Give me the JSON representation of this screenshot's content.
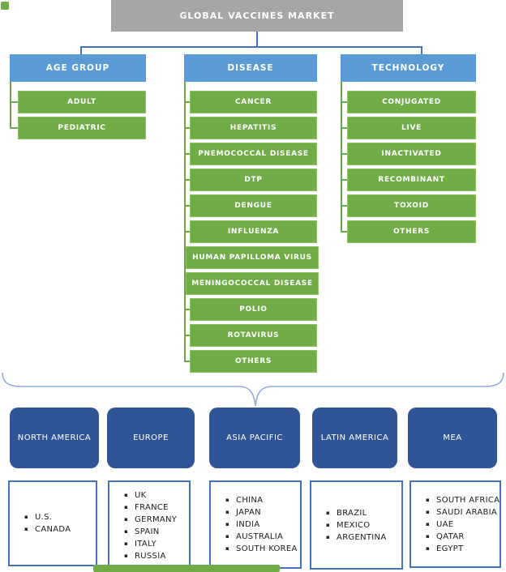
{
  "title": "GLOBAL VACCINES MARKET",
  "segmentation": {
    "columns": [
      {
        "header": "AGE GROUP",
        "items": [
          "ADULT",
          "PEDIATRIC"
        ]
      },
      {
        "header": "DISEASE",
        "items": [
          "CANCER",
          "HEPATITIS",
          "PNEMOCOCCAL DISEASE",
          "DTP",
          "DENGUE",
          "INFLUENZA",
          "HUMAN PAPILLOMA VIRUS",
          "MENINGOCOCCAL DISEASE",
          "POLIO",
          "ROTAVIRUS",
          "OTHERS"
        ]
      },
      {
        "header": "TECHNOLOGY",
        "items": [
          "CONJUGATED",
          "LIVE",
          "INACTIVATED",
          "RECOMBINANT",
          "TOXOID",
          "OTHERS"
        ]
      }
    ]
  },
  "regions": [
    {
      "name": "NORTH AMERICA",
      "countries": [
        "U.S.",
        "CANADA"
      ]
    },
    {
      "name": "EUROPE",
      "countries": [
        "UK",
        "FRANCE",
        "GERMANY",
        "SPAIN",
        "ITALY",
        "RUSSIA"
      ]
    },
    {
      "name": "ASIA PACIFIC",
      "countries": [
        "CHINA",
        "JAPAN",
        "INDIA",
        "AUSTRALIA",
        "SOUTH KOREA"
      ]
    },
    {
      "name": "LATIN AMERICA",
      "countries": [
        "BRAZIL",
        "MEXICO",
        "ARGENTINA"
      ]
    },
    {
      "name": "MEA",
      "countries": [
        "SOUTH AFRICA",
        "SAUDI ARABIA",
        "UAE",
        "QATAR",
        "EGYPT"
      ]
    }
  ],
  "colors": {
    "root_gray": "#a6a6a6",
    "header_blue": "#5b9bd5",
    "segment_green": "#70ad47",
    "region_navy": "#2f5597",
    "connector_blue": "#4472c4",
    "brace_blue": "#8faadc",
    "country_border_blue": "#4472c4"
  }
}
